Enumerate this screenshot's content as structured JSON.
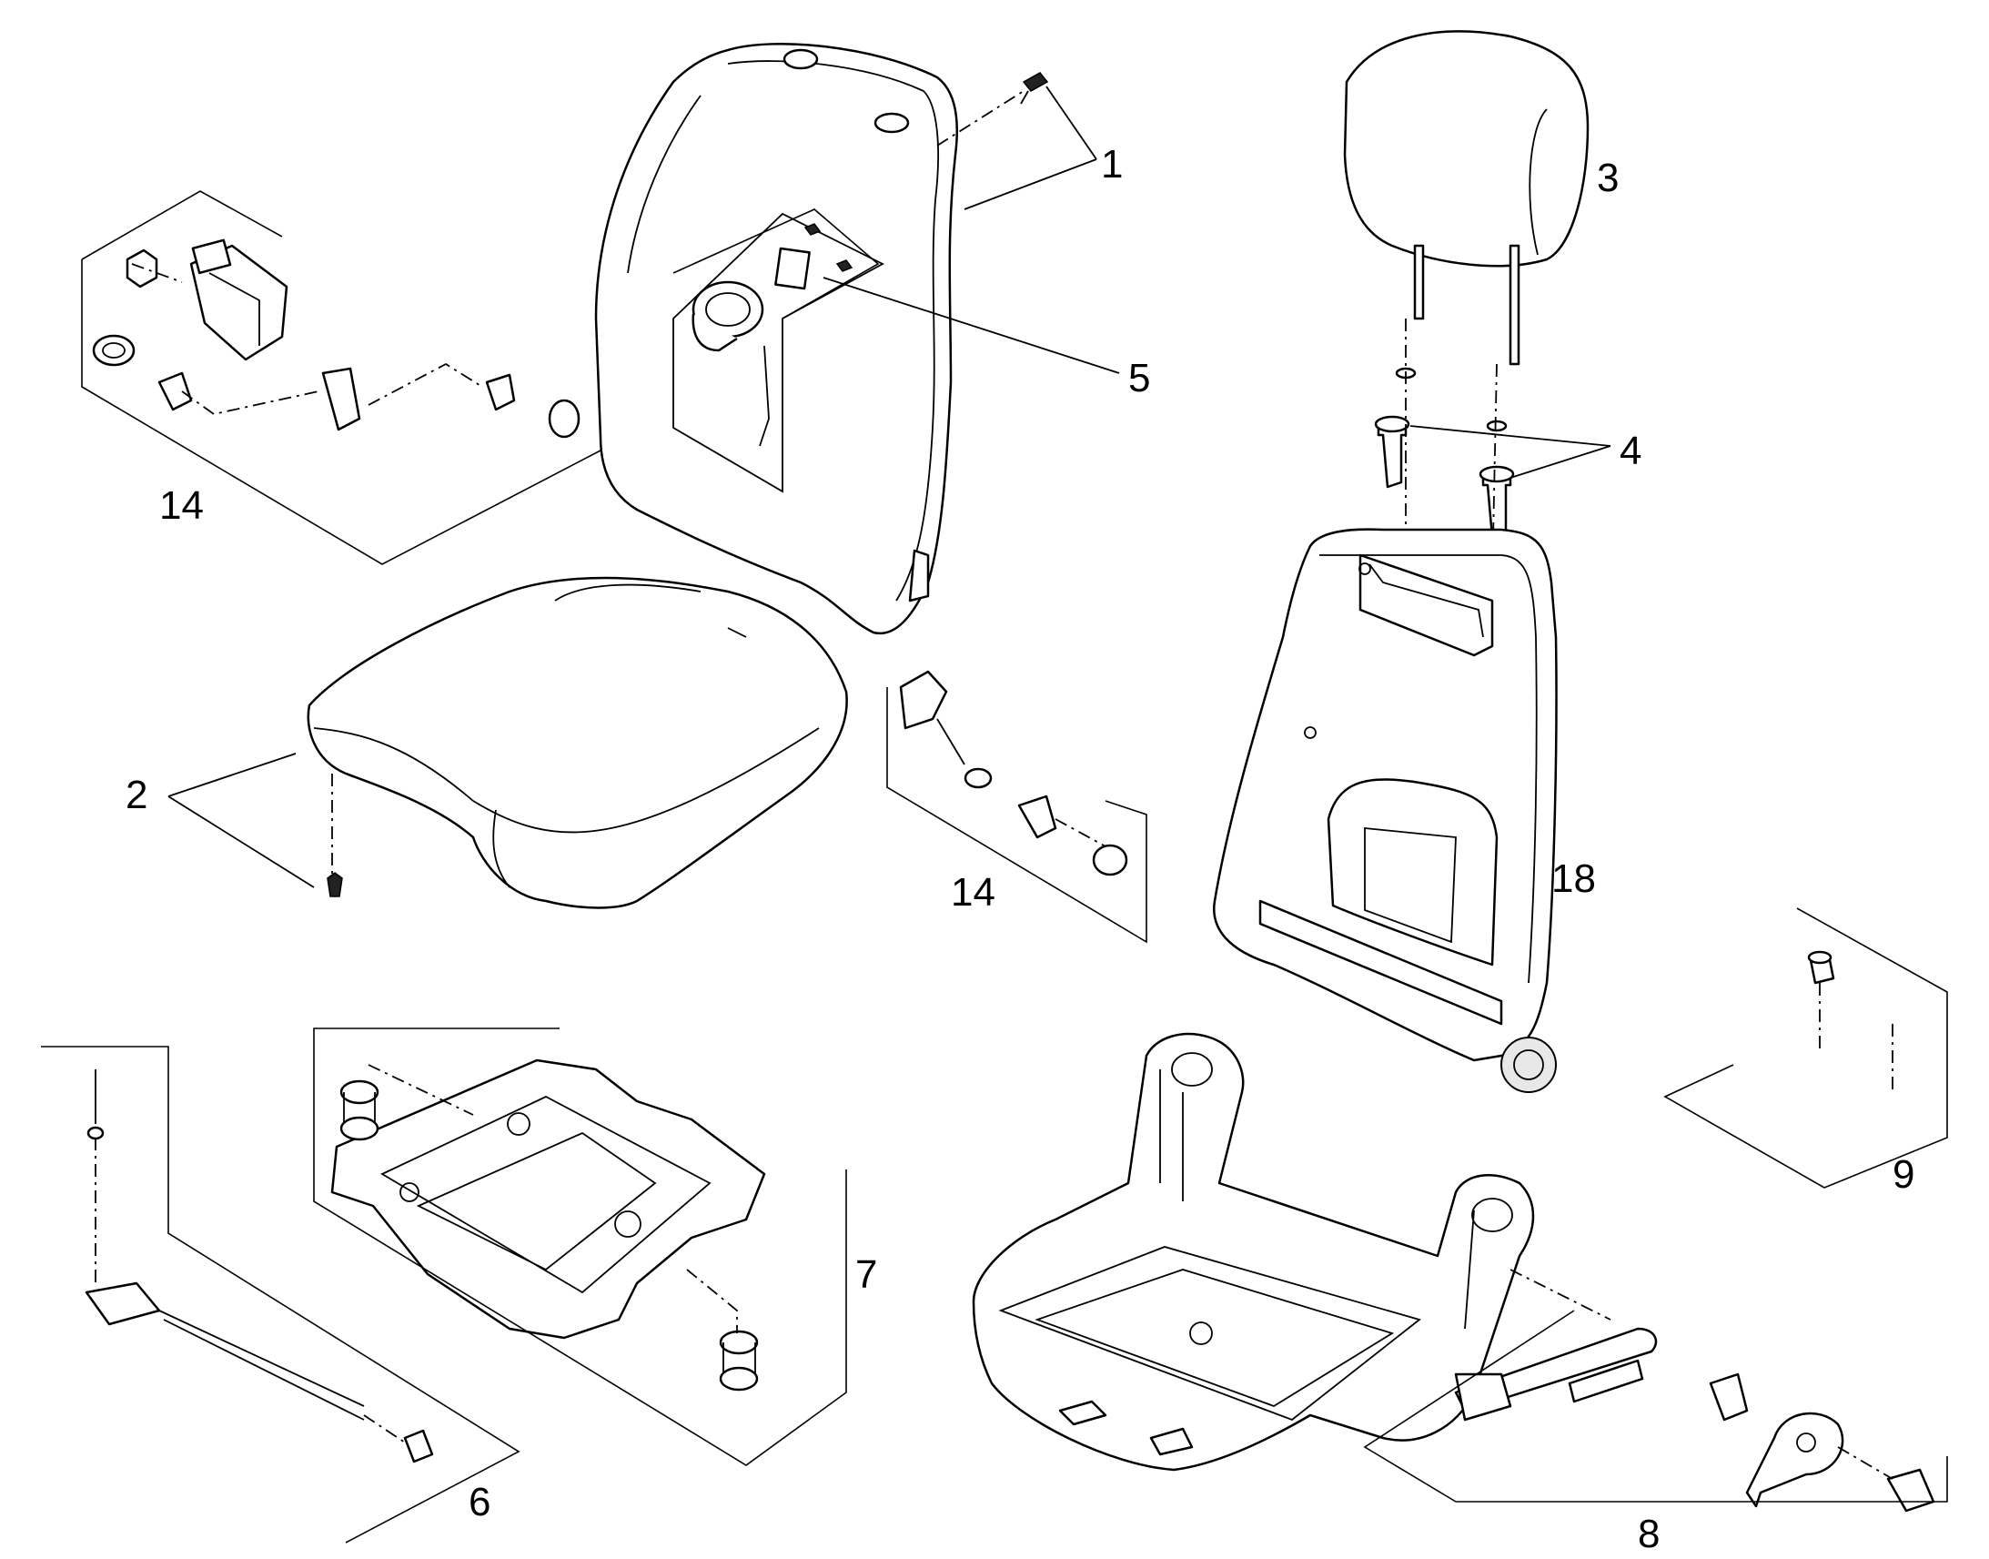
{
  "callouts": [
    {
      "id": "c1",
      "text": "1"
    },
    {
      "id": "c2",
      "text": "2"
    },
    {
      "id": "c3",
      "text": "3"
    },
    {
      "id": "c4",
      "text": "4"
    },
    {
      "id": "c5",
      "text": "5"
    },
    {
      "id": "c6",
      "text": "6"
    },
    {
      "id": "c7",
      "text": "7"
    },
    {
      "id": "c8",
      "text": "8"
    },
    {
      "id": "c9",
      "text": "9"
    },
    {
      "id": "c14a",
      "text": "14"
    },
    {
      "id": "c14b",
      "text": "14"
    },
    {
      "id": "c18",
      "text": "18"
    }
  ],
  "colors": {
    "line": "#000000",
    "background": "#ffffff"
  }
}
